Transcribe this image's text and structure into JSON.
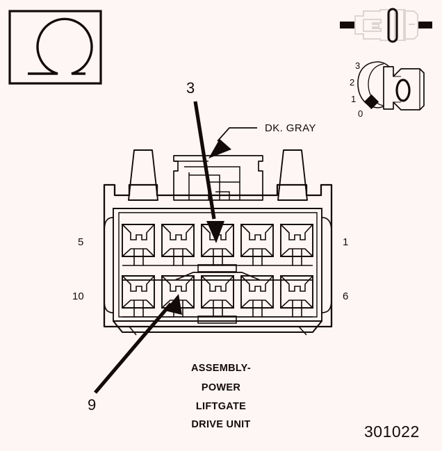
{
  "figure": {
    "id_number": "301022",
    "background_color": "#fdf6f4",
    "line_color": "#130b09"
  },
  "symbols": {
    "ohm_box": {
      "name": "ohm-symbol",
      "glyph": "Ω",
      "description": "resistance measurement symbol in box"
    },
    "connector_icon": {
      "name": "connector-mated-icon",
      "description": "two mated connector halves with wire stubs"
    },
    "ignition_key": {
      "name": "ignition-key-icon",
      "key_label": "0",
      "positions": [
        "3",
        "2",
        "1",
        "0"
      ],
      "marker_position": "0"
    }
  },
  "connector": {
    "part_name_lines": [
      "ASSEMBLY-",
      "POWER",
      "LIFTGATE",
      "DRIVE UNIT"
    ],
    "cavity_count": 10,
    "rows": [
      {
        "name": "top-row",
        "left_pin": "5",
        "right_pin": "1",
        "cavities": 5
      },
      {
        "name": "bottom-row",
        "left_pin": "10",
        "right_pin": "6",
        "cavities": 5
      }
    ],
    "wire_color_label": "DK. GRAY"
  },
  "callouts": [
    {
      "number": "3",
      "target": "top-row-cavity-3"
    },
    {
      "number": "9",
      "target": "bottom-row-cavity-2"
    }
  ]
}
